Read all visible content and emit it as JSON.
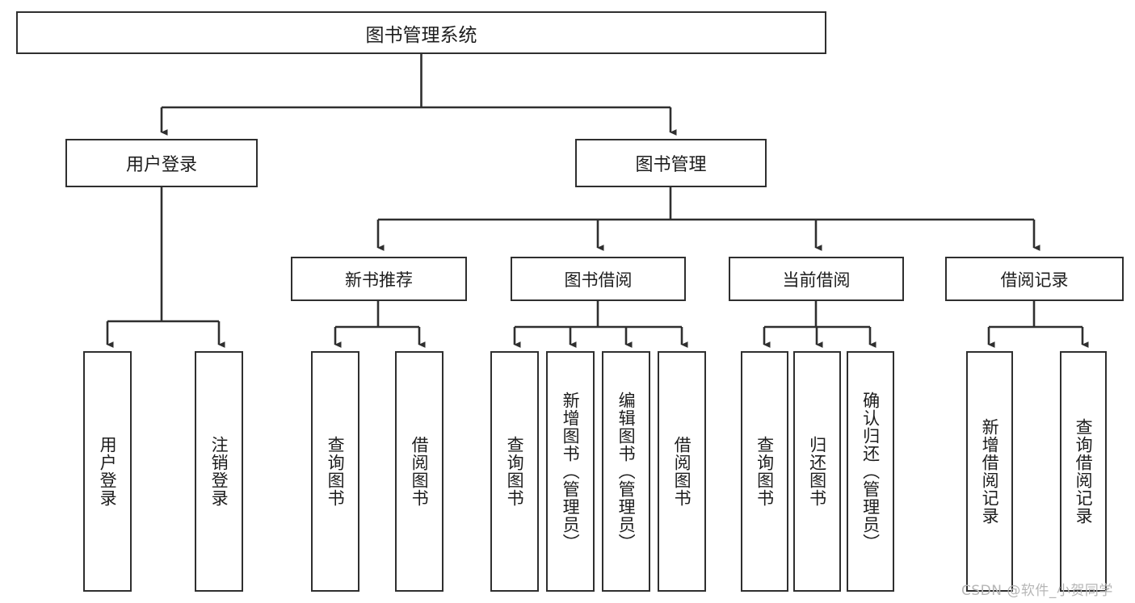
{
  "diagram": {
    "title": "图书管理系统",
    "type": "tree-hierarchy-chart",
    "line_color": "#2f2f2f",
    "box_fill": "#ffffff",
    "text_color": "#1d1d1d",
    "watermark": "CSDN @软件_小贺同学",
    "watermark_color": "#b6b6b6"
  },
  "nodes": {
    "root": {
      "label": "图书管理系统"
    },
    "level2": [
      {
        "label": "用户登录"
      },
      {
        "label": "图书管理"
      }
    ],
    "level3": [
      {
        "label": "新书推荐"
      },
      {
        "label": "图书借阅"
      },
      {
        "label": "当前借阅"
      },
      {
        "label": "借阅记录"
      }
    ],
    "leaves": {
      "user_login": [
        {
          "label": "用户登录"
        },
        {
          "label": "注销登录"
        }
      ],
      "new_book_recommend": [
        {
          "label": "查询图书"
        },
        {
          "label": "借阅图书"
        }
      ],
      "book_borrow": [
        {
          "label": "查询图书"
        },
        {
          "label": "新增图书（管理员）"
        },
        {
          "label": "编辑图书（管理员）"
        },
        {
          "label": "借阅图书"
        }
      ],
      "current_borrow": [
        {
          "label": "查询图书"
        },
        {
          "label": "归还图书"
        },
        {
          "label": "确认归还（管理员）"
        }
      ],
      "borrow_records": [
        {
          "label": "新增借阅记录"
        },
        {
          "label": "查询借阅记录"
        }
      ]
    }
  }
}
